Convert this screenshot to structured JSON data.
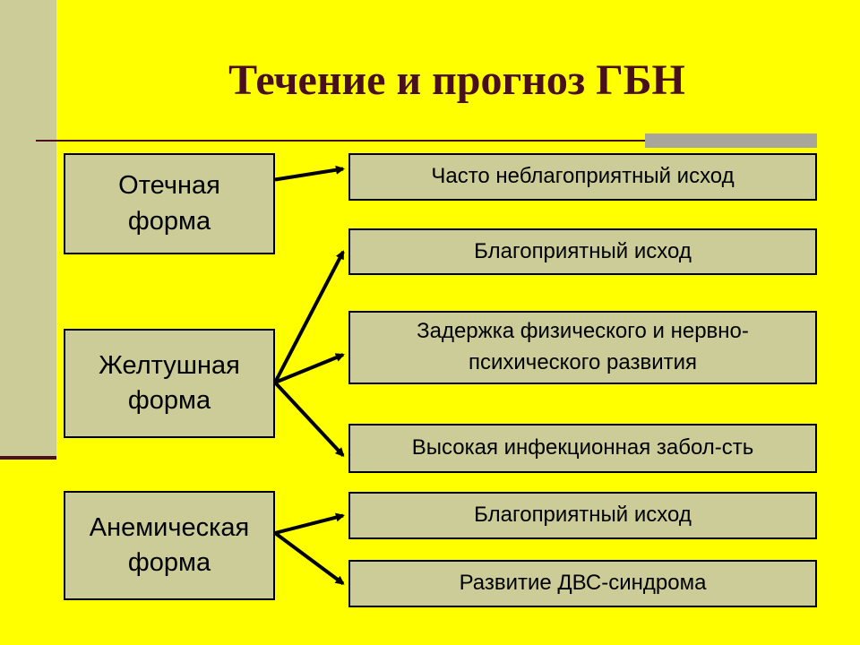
{
  "title": "Течение и прогноз ГБН",
  "forms": [
    {
      "label": "Отечная\nформа"
    },
    {
      "label": "Желтушная\nформа"
    },
    {
      "label": "Анемическая\nформа"
    }
  ],
  "outcomes": [
    {
      "label": "Часто неблагоприятный исход"
    },
    {
      "label": "Благоприятный исход"
    },
    {
      "label": "Задержка физического и нервно-\nпсихического развития"
    },
    {
      "label": "Высокая инфекционная забол-сть"
    },
    {
      "label": "Благоприятный исход"
    },
    {
      "label": "Развитие ДВС-синдрома"
    }
  ],
  "links": [
    {
      "from": 0,
      "to": 0
    },
    {
      "from": 1,
      "to": 1
    },
    {
      "from": 1,
      "to": 2
    },
    {
      "from": 1,
      "to": 3
    },
    {
      "from": 2,
      "to": 4
    },
    {
      "from": 2,
      "to": 5
    }
  ],
  "colors": {
    "background": "#ffff00",
    "box_fill": "#cccc99",
    "title": "#4a0f1e"
  }
}
